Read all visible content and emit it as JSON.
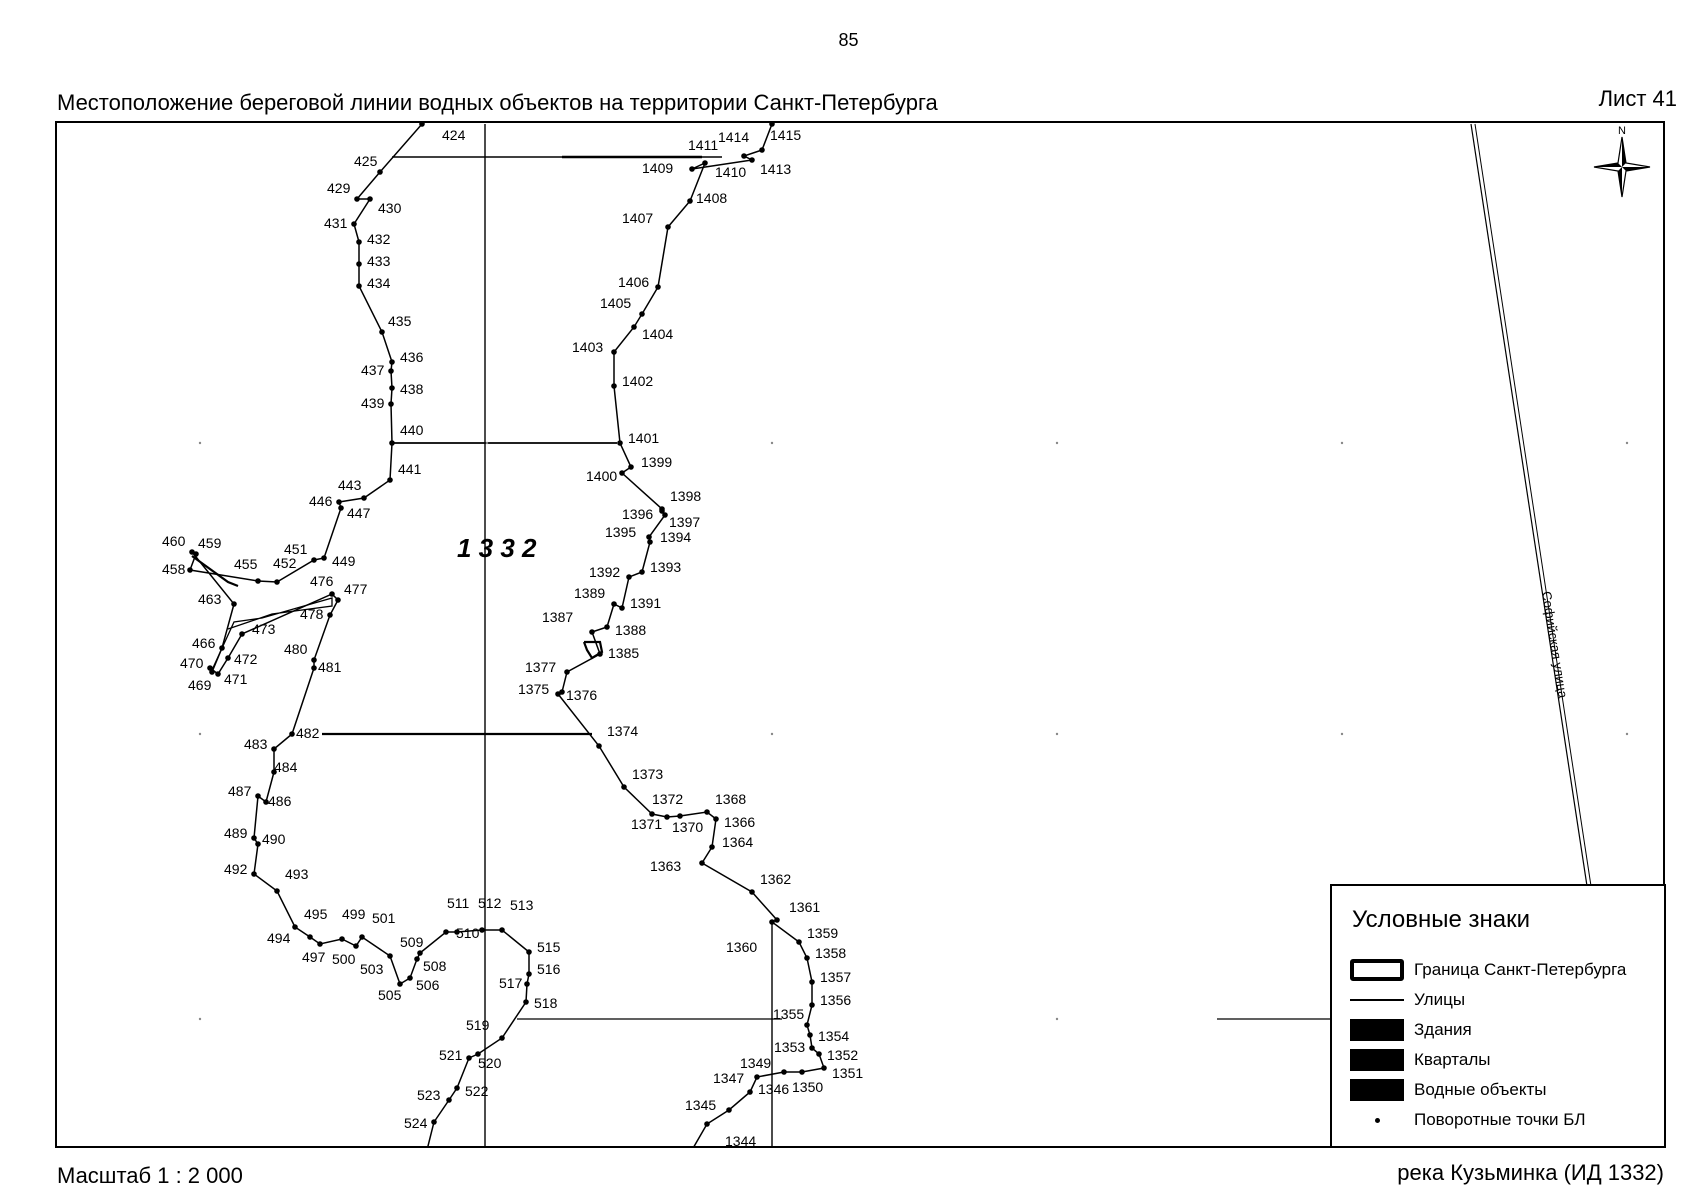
{
  "page_number": "85",
  "title": "Местоположение береговой линии водных объектов на территории Санкт-Петербурга",
  "sheet": "Лист 41",
  "scale": "Масштаб 1 : 2 000",
  "water_object": "река Кузьминка (ИД 1332)",
  "map": {
    "object_id_label": "1 3 3 2",
    "street_label": "Софийская улица",
    "compass_label": "N",
    "compass_icon": "compass-rose-icon"
  },
  "legend": {
    "title": "Условные знаки",
    "items": [
      {
        "label": "Граница Санкт-Петербурга",
        "symbol": "border"
      },
      {
        "label": "Улицы",
        "symbol": "street"
      },
      {
        "label": "Здания",
        "symbol": "fill"
      },
      {
        "label": "Кварталы",
        "symbol": "fill"
      },
      {
        "label": "Водные объекты",
        "symbol": "fill"
      },
      {
        "label": "Поворотные точки БЛ",
        "symbol": "point"
      }
    ]
  },
  "points": {
    "left_bank": [
      "424",
      "425",
      "429",
      "430",
      "431",
      "432",
      "433",
      "434",
      "435",
      "436",
      "437",
      "438",
      "439",
      "440",
      "441",
      "443",
      "446",
      "447",
      "449",
      "451",
      "452",
      "455",
      "458",
      "459",
      "460",
      "463",
      "466",
      "469",
      "470",
      "471",
      "472",
      "473",
      "476",
      "477",
      "478",
      "480",
      "481",
      "482",
      "483",
      "484",
      "486",
      "487",
      "489",
      "490",
      "492",
      "493",
      "494",
      "495",
      "497",
      "499",
      "500",
      "501",
      "503",
      "505",
      "506",
      "508",
      "509",
      "510",
      "511",
      "512",
      "513",
      "515",
      "516",
      "517",
      "518",
      "519",
      "520",
      "521",
      "522",
      "523",
      "524"
    ],
    "right_bank": [
      "1415",
      "1414",
      "1411",
      "1413",
      "1409",
      "1410",
      "1408",
      "1407",
      "1406",
      "1405",
      "1404",
      "1403",
      "1402",
      "1401",
      "1399",
      "1400",
      "1398",
      "1396",
      "1397",
      "1395",
      "1394",
      "1393",
      "1392",
      "1391",
      "1389",
      "1388",
      "1387",
      "1385",
      "1377",
      "1376",
      "1375",
      "1374",
      "1373",
      "1372",
      "1371",
      "1370",
      "1368",
      "1366",
      "1364",
      "1363",
      "1362",
      "1361",
      "1360",
      "1359",
      "1358",
      "1357",
      "1356",
      "1355",
      "1354",
      "1353",
      "1352",
      "1351",
      "1350",
      "1349",
      "1347",
      "1346",
      "1345",
      "1344"
    ]
  }
}
